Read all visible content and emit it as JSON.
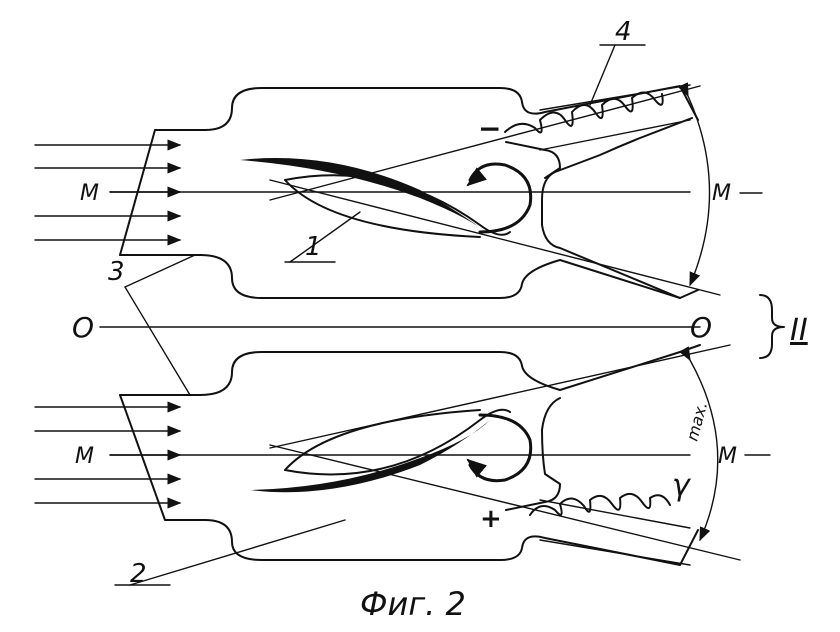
{
  "labels": {
    "num1": "1",
    "num2": "2",
    "num3": "3",
    "num4": "4",
    "m_left_top": "M",
    "m_right_top": "M",
    "m_left_bottom": "M",
    "m_right_bottom": "M",
    "o_left": "O",
    "o_right": "O",
    "roman_two": "II",
    "minus": "−",
    "plus": "+",
    "gamma": "γ",
    "max": "max.",
    "caption": "Фиг. 2"
  }
}
